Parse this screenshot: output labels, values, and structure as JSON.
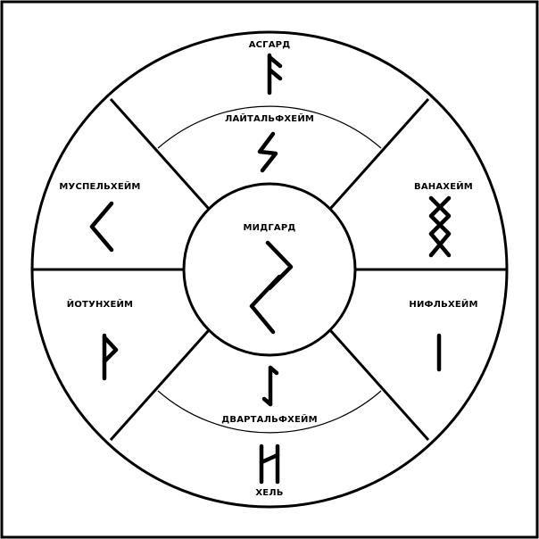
{
  "diagram": {
    "realms": {
      "asgard": "АСГАРД",
      "lightalfheim": "ЛАЙТАЛЬФХЕЙМ",
      "vanaheim": "ВАНАХЕЙМ",
      "niflheim": "НИФЛЬХЕЙМ",
      "dvartalfheim": "ДВАРТАЛЬФХЕЙМ",
      "hel": "ХЕЛЬ",
      "jotunheim": "ЙОТУНХЕЙМ",
      "muspelheim": "МУСПЕЛЬХЕЙМ",
      "midgard": "МИДГАРД"
    },
    "runes": {
      "asgard": "ansuz",
      "lightalfheim": "sowilo",
      "vanaheim": "ingwaz",
      "niflheim": "isa",
      "dvartalfheim": "eihwaz",
      "hel": "hagalaz",
      "jotunheim": "thurisaz",
      "muspelheim": "kenaz",
      "midgard": "jera"
    },
    "colors": {
      "line": "#000000",
      "background": "#ffffff"
    }
  }
}
